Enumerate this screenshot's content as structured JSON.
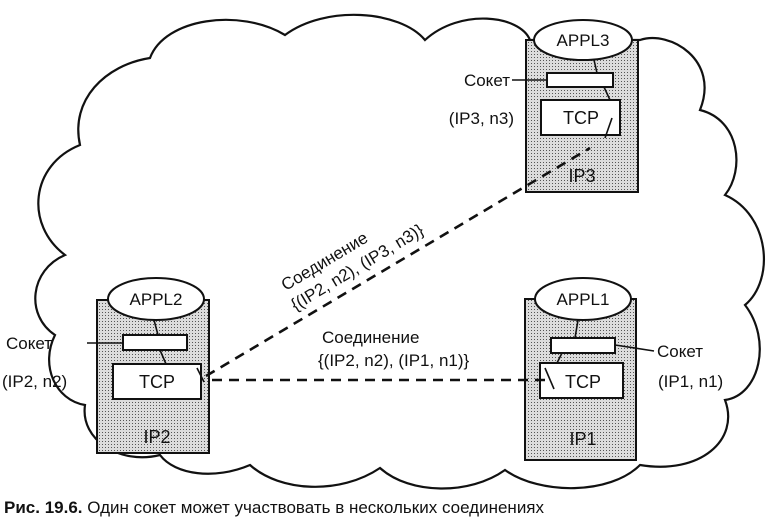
{
  "hosts": {
    "appl3": {
      "app": "APPL3",
      "tcp": "TCP",
      "ip": "IP3",
      "socket_label": "Сокет",
      "socket_addr": "(IP3, n3)"
    },
    "appl2": {
      "app": "APPL2",
      "tcp": "TCP",
      "ip": "IP2",
      "socket_label": "Сокет",
      "socket_addr": "(IP2, n2)"
    },
    "appl1": {
      "app": "APPL1",
      "tcp": "TCP",
      "ip": "IP1",
      "socket_label": "Сокет",
      "socket_addr": "(IP1, n1)"
    }
  },
  "connections": {
    "c23": {
      "title": "Соединение",
      "pair": "{(IP2, n2), (IP3, n3)}"
    },
    "c21": {
      "title": "Соединение",
      "pair": "{(IP2, n2), (IP1, n1)}"
    }
  },
  "caption": {
    "number": "Рис. 19.6.",
    "text": "Один сокет может участвовать в нескольких соединениях"
  }
}
